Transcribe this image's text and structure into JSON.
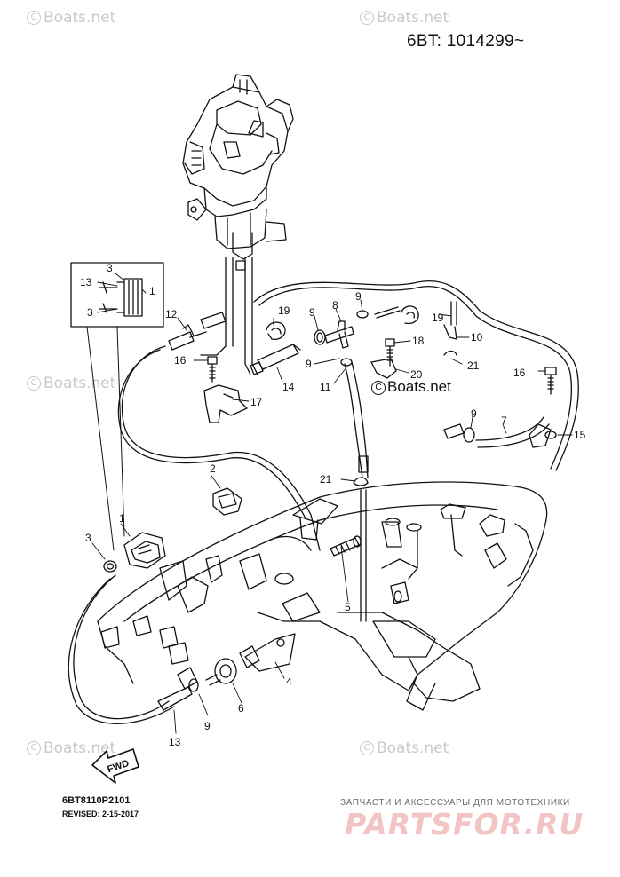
{
  "header": {
    "serial": "6BT: 1014299~"
  },
  "footer": {
    "diagram_code": "6BT8110P2101",
    "revised": "REVISED: 2-15-2017",
    "fwd": "FWD"
  },
  "watermarks": {
    "brand": "Boats.net",
    "copyright_symbol": "C"
  },
  "partsfor": {
    "tagline": "ЗАПЧАСТИ И АКСЕССУАРЫ ДЛЯ МОТОТЕХНИКИ",
    "logo": "PARTSFOR.RU"
  },
  "callouts": {
    "p1": "1",
    "p2": "2",
    "p3": "3",
    "p4": "4",
    "p5": "5",
    "p6": "6",
    "p7": "7",
    "p8": "8",
    "p9": "9",
    "p10": "10",
    "p11": "11",
    "p12": "12",
    "p13": "13",
    "p14": "14",
    "p15": "15",
    "p16": "16",
    "p17": "17",
    "p18": "18",
    "p19": "19",
    "p20": "20",
    "p21": "21"
  },
  "colors": {
    "line": "#111111",
    "watermark": "#c9c9c9",
    "logo": "#f2c4c4"
  }
}
